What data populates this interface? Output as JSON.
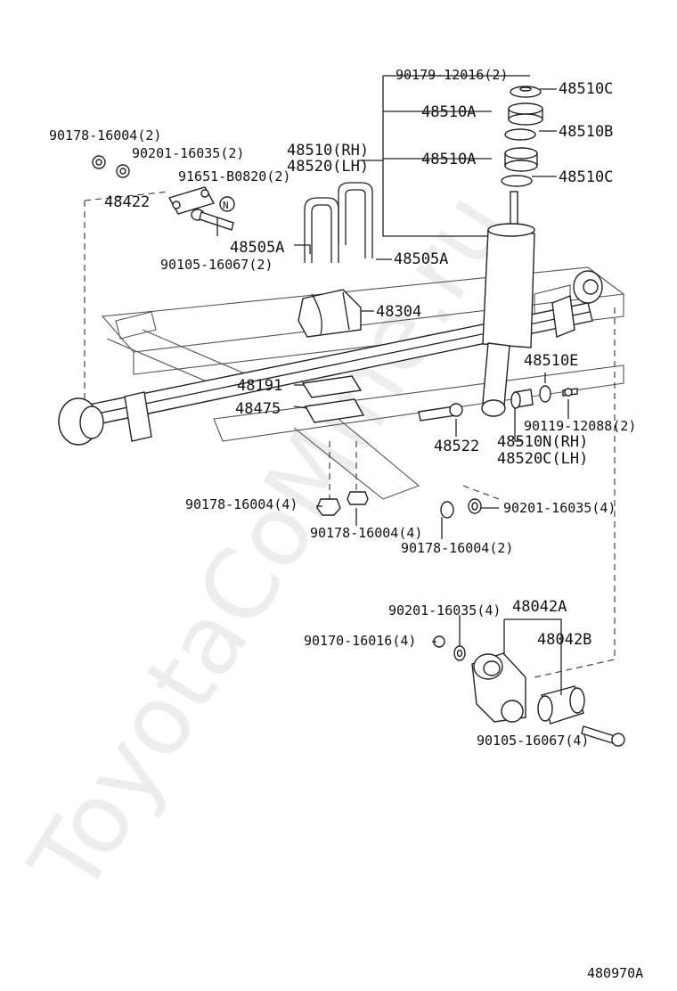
{
  "watermark": "ToyotaCoMine.ru",
  "reference_code": "480970A",
  "labels": {
    "p90179_12016": "90179-12016(2)",
    "p48510C_top": "48510C",
    "p48510A_1": "48510A",
    "p48510B": "48510B",
    "p48510A_2": "48510A",
    "p48510C_bottom": "48510C",
    "p48510_rh": "48510(RH)",
    "p48520_lh": "48520(LH)",
    "p90178_16004_a": "90178-16004(2)",
    "p90201_16035_a": "90201-16035(2)",
    "p91651_b0820": "91651-B0820(2)",
    "p48422": "48422",
    "p48505A_left": "48505A",
    "p90105_16067_a": "90105-16067(2)",
    "p48505A_right": "48505A",
    "p48304": "48304",
    "p48510E": "48510E",
    "p48191": "48191",
    "p48475": "48475",
    "p90119_12088": "90119-12088(2)",
    "p48522": "48522",
    "p48510N_rh": "48510N(RH)",
    "p48520C_lh": "48520C(LH)",
    "p90178_16004_b": "90178-16004(4)",
    "p90201_16035_b": "90201-16035(4)",
    "p90178_16004_c": "90178-16004(4)",
    "p90178_16004_d": "90178-16004(2)",
    "p90201_16035_c": "90201-16035(4)",
    "p48042A": "48042A",
    "p90170_16016": "90170-16016(4)",
    "p48042B": "48042B",
    "p90105_16067_b": "90105-16067(4)",
    "nut_marker": "N"
  }
}
